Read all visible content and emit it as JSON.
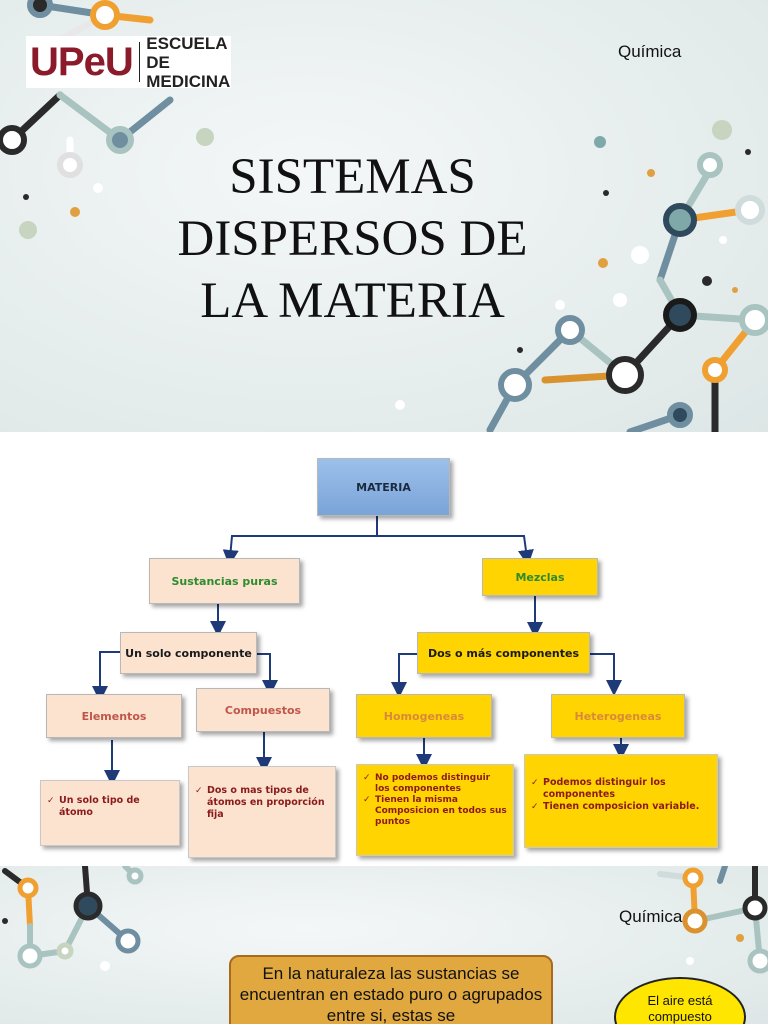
{
  "slide1": {
    "logo": {
      "brand": "UPeU",
      "line1": "ESCUELA DE",
      "line2": "MEDICINA"
    },
    "topic": "Química",
    "title": [
      "SISTEMAS",
      "DISPERSOS DE",
      "LA MATERIA"
    ]
  },
  "diagram": {
    "root": "MATERIA",
    "left": {
      "label": "Sustancias puras",
      "sub": "Un solo componente",
      "elementos": "Elementos",
      "compuestos": "Compuestos",
      "elementos_desc": [
        "Un solo tipo de átomo"
      ],
      "compuestos_desc": [
        "Dos o mas tipos de átomos en proporción fija"
      ]
    },
    "right": {
      "label": "Mezclas",
      "sub": "Dos o más componentes",
      "homogeneas": "Homogeneas",
      "heterogeneas": "Heterogeneas",
      "homogeneas_desc": [
        "No podemos distinguir los componentes",
        "Tienen la misma",
        "Composicion en todos sus puntos"
      ],
      "heterogeneas_desc": [
        "Podemos distinguir los componentes",
        "Tienen composicion variable."
      ]
    },
    "colors": {
      "arrow": "#1f3a78",
      "peach": "#fbe3d0",
      "yellow": "#ffd400",
      "root": "#8fb4e6"
    }
  },
  "slide2": {
    "topic": "Química",
    "callout_main": "En la naturaleza las sustancias se encuentran en estado puro o agrupados entre si, estas se",
    "callout_side": "El aire está compuesto"
  }
}
